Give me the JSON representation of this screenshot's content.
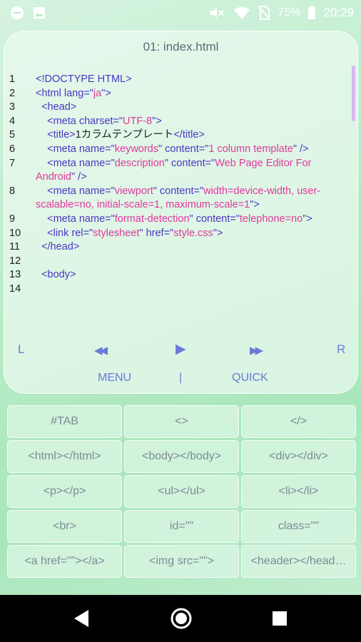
{
  "status_bar": {
    "battery_percent": "75%",
    "time": "20:29",
    "icons": [
      "minus-circle-icon",
      "image-icon",
      "mute-icon",
      "wifi-icon",
      "no-sim-icon",
      "battery-icon"
    ]
  },
  "editor": {
    "title": "01: index.html",
    "lines": [
      {
        "n": "1",
        "segs": [
          {
            "c": "a",
            "t": "<!DOCTYPE HTML>"
          }
        ]
      },
      {
        "n": "2",
        "segs": [
          {
            "c": "a",
            "t": "<html lang=\""
          },
          {
            "c": "s",
            "t": "ja"
          },
          {
            "c": "a",
            "t": "\">"
          }
        ]
      },
      {
        "n": "3",
        "segs": [
          {
            "c": "a",
            "t": "  <head>"
          }
        ]
      },
      {
        "n": "4",
        "segs": [
          {
            "c": "a",
            "t": "    <meta charset=\""
          },
          {
            "c": "s",
            "t": "UTF-8"
          },
          {
            "c": "a",
            "t": "\">"
          }
        ]
      },
      {
        "n": "5",
        "segs": [
          {
            "c": "a",
            "t": "    <title>"
          },
          {
            "c": "t",
            "t": "1カラムテンプレート"
          },
          {
            "c": "a",
            "t": "</title>"
          }
        ]
      },
      {
        "n": "6",
        "segs": [
          {
            "c": "a",
            "t": "    <meta name=\""
          },
          {
            "c": "s",
            "t": "keywords"
          },
          {
            "c": "a",
            "t": "\" content=\""
          },
          {
            "c": "s",
            "t": "1 column template"
          },
          {
            "c": "a",
            "t": "\" />"
          }
        ]
      },
      {
        "n": "7",
        "segs": [
          {
            "c": "a",
            "t": "    <meta name=\""
          },
          {
            "c": "s",
            "t": "description"
          },
          {
            "c": "a",
            "t": "\" content=\""
          },
          {
            "c": "s",
            "t": "Web Page Editor For Android"
          },
          {
            "c": "a",
            "t": "\" />"
          }
        ]
      },
      {
        "n": "8",
        "segs": [
          {
            "c": "a",
            "t": "    <meta name=\""
          },
          {
            "c": "s",
            "t": "viewport"
          },
          {
            "c": "a",
            "t": "\" content=\""
          },
          {
            "c": "s",
            "t": "width=device-width, user-scalable=no, initial-scale=1, maximum-scale=1"
          },
          {
            "c": "a",
            "t": "\">"
          }
        ]
      },
      {
        "n": "9",
        "segs": [
          {
            "c": "a",
            "t": "    <meta name=\""
          },
          {
            "c": "s",
            "t": "format-detection"
          },
          {
            "c": "a",
            "t": "\" content=\""
          },
          {
            "c": "s",
            "t": "telephone=no"
          },
          {
            "c": "a",
            "t": "\">"
          }
        ]
      },
      {
        "n": "10",
        "segs": [
          {
            "c": "a",
            "t": "    <link rel=\""
          },
          {
            "c": "s",
            "t": "stylesheet"
          },
          {
            "c": "a",
            "t": "\" href=\""
          },
          {
            "c": "s",
            "t": "style.css"
          },
          {
            "c": "a",
            "t": "\">"
          }
        ]
      },
      {
        "n": "11",
        "segs": [
          {
            "c": "a",
            "t": "  </head>"
          }
        ]
      },
      {
        "n": "12",
        "segs": []
      },
      {
        "n": "13",
        "segs": [
          {
            "c": "a",
            "t": "  <body>"
          }
        ]
      },
      {
        "n": "14",
        "segs": []
      }
    ]
  },
  "controls": {
    "left": "L",
    "rewind": "◀◀",
    "play": "▶",
    "forward": "▶▶",
    "right": "R",
    "menu": "MENU",
    "separator": "|",
    "quick": "QUICK"
  },
  "keys": [
    "#TAB",
    "<>",
    "</>",
    "<html></html>",
    "<body></body>",
    "<div></div>",
    "<p></p>",
    "<ul></ul>",
    "<li></li>",
    "<br>",
    "id=\"\"",
    "class=\"\"",
    "<a href=\"\"></a>",
    "<img src=\"\">",
    "<header></head…"
  ],
  "accent_color": "#6a79d9",
  "tag_color": "#4a36c2",
  "string_color": "#e0389c"
}
